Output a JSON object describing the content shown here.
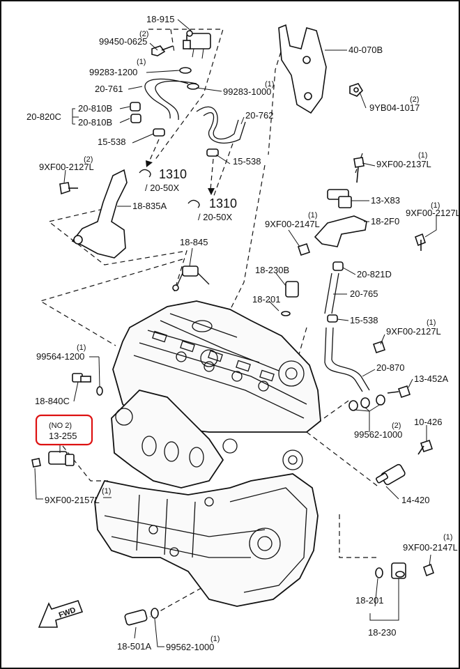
{
  "frame_border_color": "#111111",
  "highlight_color": "#dd1111",
  "arrow_icon_name": "fwd-arrow-icon",
  "fwd_text": "FWD",
  "callouts": [
    {
      "id": "c1",
      "code": "18-915",
      "qty": ""
    },
    {
      "id": "c2",
      "code": "99450-0625",
      "qty": "(2)"
    },
    {
      "id": "c3",
      "code": "99283-1200",
      "qty": "(1)"
    },
    {
      "id": "c4",
      "code": "20-761",
      "qty": ""
    },
    {
      "id": "c5",
      "code": "20-820C",
      "qty": ""
    },
    {
      "id": "c6",
      "code": "20-810B",
      "qty": ""
    },
    {
      "id": "c7",
      "code": "20-810B",
      "qty": ""
    },
    {
      "id": "c8",
      "code": "15-538",
      "qty": ""
    },
    {
      "id": "c9",
      "code": "99283-1000",
      "qty": "(1)"
    },
    {
      "id": "c10",
      "code": "20-762",
      "qty": ""
    },
    {
      "id": "c11",
      "code": "15-538",
      "qty": ""
    },
    {
      "id": "c12",
      "code": "40-070B",
      "qty": ""
    },
    {
      "id": "c13",
      "code": "9YB04-1017",
      "qty": "(2)"
    },
    {
      "id": "c14",
      "code": "9XF00-2127L",
      "qty": "(2)"
    },
    {
      "id": "c15",
      "code": "18-835A",
      "qty": ""
    },
    {
      "id": "c16",
      "code": "9XF00-2137L",
      "qty": "(1)"
    },
    {
      "id": "c17",
      "code": "13-X83",
      "qty": ""
    },
    {
      "id": "c18",
      "code": "9XF00-2127L",
      "qty": "(1)"
    },
    {
      "id": "c19",
      "code": "18-2F0",
      "qty": ""
    },
    {
      "id": "c20",
      "code": "9XF00-2147L",
      "qty": "(1)"
    },
    {
      "id": "c21",
      "code": "18-845",
      "qty": ""
    },
    {
      "id": "c22",
      "code": "18-230B",
      "qty": ""
    },
    {
      "id": "c23",
      "code": "20-821D",
      "qty": ""
    },
    {
      "id": "c24",
      "code": "18-201",
      "qty": ""
    },
    {
      "id": "c25",
      "code": "20-765",
      "qty": ""
    },
    {
      "id": "c26",
      "code": "15-538",
      "qty": ""
    },
    {
      "id": "c27",
      "code": "9XF00-2127L",
      "qty": "(1)"
    },
    {
      "id": "c28",
      "code": "99564-1200",
      "qty": "(1)"
    },
    {
      "id": "c29",
      "code": "20-870",
      "qty": ""
    },
    {
      "id": "c30",
      "code": "13-452A",
      "qty": ""
    },
    {
      "id": "c31",
      "code": "18-840C",
      "qty": ""
    },
    {
      "id": "c32",
      "code": "99562-1000",
      "qty": "(2)"
    },
    {
      "id": "c33",
      "code": "10-426",
      "qty": ""
    },
    {
      "id": "c34",
      "code": "13-255",
      "qty": "(NO 2)"
    },
    {
      "id": "c35",
      "code": "14-420",
      "qty": ""
    },
    {
      "id": "c36",
      "code": "9XF00-2157L",
      "qty": "(1)"
    },
    {
      "id": "c37",
      "code": "9XF00-2147L",
      "qty": "(1)"
    },
    {
      "id": "c38",
      "code": "18-201",
      "qty": ""
    },
    {
      "id": "c39",
      "code": "18-230",
      "qty": ""
    },
    {
      "id": "c40",
      "code": "18-501A",
      "qty": ""
    },
    {
      "id": "c41",
      "code": "99562-1000",
      "qty": "(1)"
    }
  ],
  "refs": [
    {
      "id": "r1",
      "code": "1310",
      "sub": "/ 20-50X"
    },
    {
      "id": "r2",
      "code": "1310",
      "sub": "/ 20-50X"
    }
  ]
}
